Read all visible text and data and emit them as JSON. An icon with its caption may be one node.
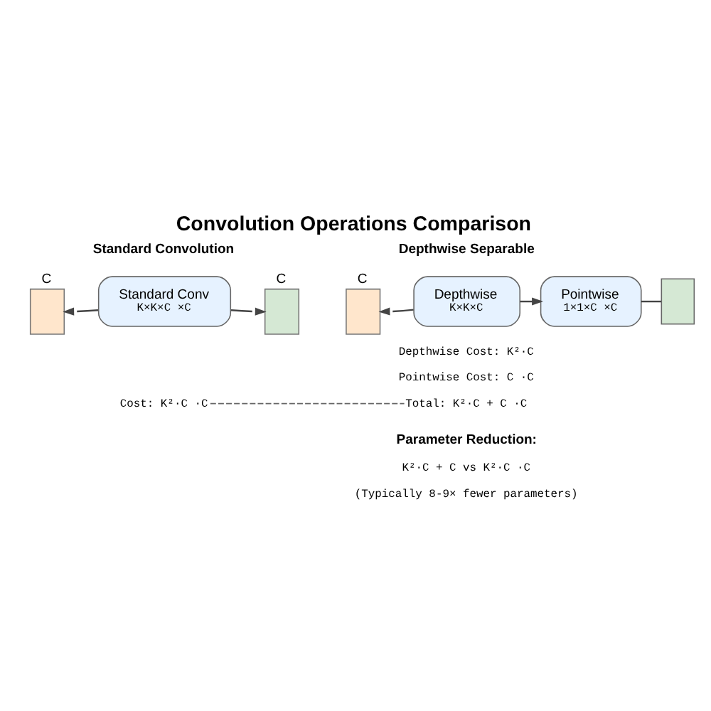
{
  "diagram": {
    "title": "Convolution Operations Comparison",
    "nodes": [
      {
        "text": [
          "C"
        ]
      },
      {
        "text": [
          "Standard Conv",
          "K×K×C ×C"
        ]
      },
      {
        "text": [
          "C"
        ]
      },
      {
        "text": [
          "C"
        ]
      },
      {
        "text": [
          "Depthwise",
          "K×K×C"
        ]
      },
      {
        "text": [
          "Pointwise",
          "1×1×C ×C"
        ]
      },
      {
        "text": [],
        "shape": "box"
      },
      {
        "text": [
          "Cost: K²·C ·C"
        ]
      },
      {
        "text": [
          "Total: K²·C + C ·C"
        ]
      }
    ],
    "edges": [
      {
        "from": 1,
        "to": 0,
        "arrow": "to"
      },
      {
        "from": 1,
        "to": 2,
        "arrow": "to"
      },
      {
        "from": 4,
        "to": 3,
        "arrow": "to"
      },
      {
        "from": 4,
        "to": 5,
        "arrow": "to"
      },
      {
        "from": 5,
        "to": 6,
        "arrow": "none"
      },
      {
        "from": 7,
        "to": 8,
        "arrow": "none",
        "style": "dashed"
      }
    ],
    "labels": [
      "Standard Convolution",
      "Depthwise Separable",
      "Depthwise Cost: K²·C",
      "Pointwise Cost: C ·C",
      "Parameter Reduction:",
      "K²·C + C vs K²·C ·C",
      "(Typically 8-9× fewer parameters)"
    ]
  }
}
